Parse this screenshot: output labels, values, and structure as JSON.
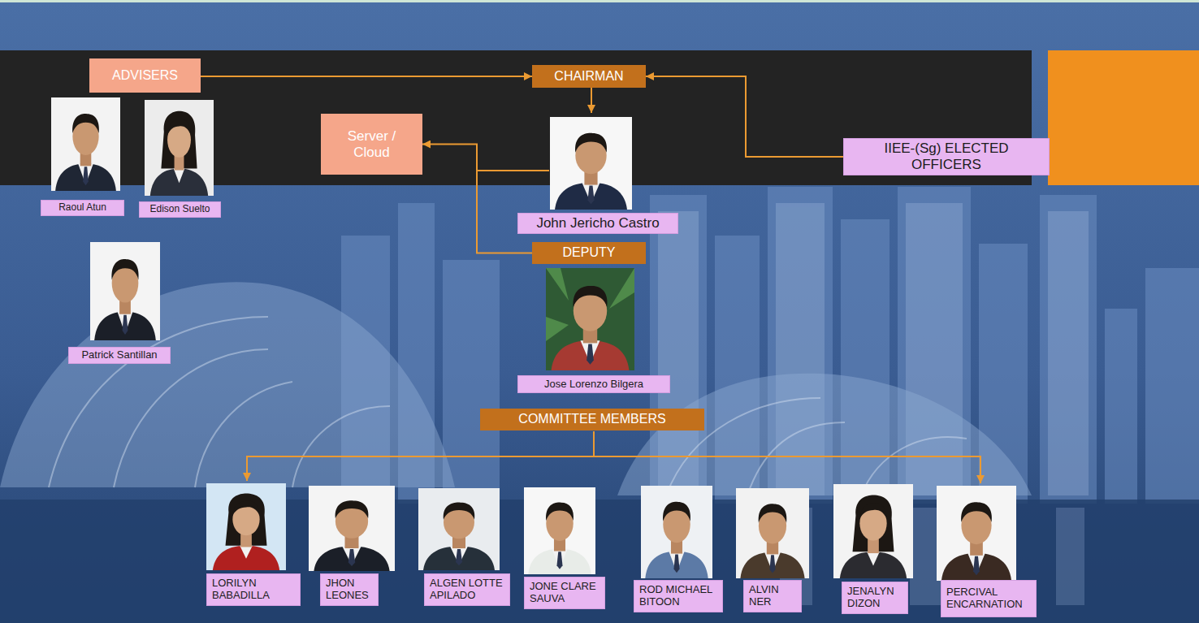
{
  "diagram": {
    "nodes": [
      {
        "text": [
          "ADVISERS"
        ]
      },
      {
        "text": [
          "CHAIRMAN"
        ]
      },
      {
        "text": [
          "Server / Cloud"
        ]
      },
      {
        "text": [
          "IIEE-(Sg) ELECTED OFFICERS"
        ]
      },
      {
        "text": [
          "Raoul Atun"
        ]
      },
      {
        "text": [
          "Edison Suelto"
        ]
      },
      {
        "text": [
          "John Jericho Castro"
        ]
      },
      {
        "text": [
          "DEPUTY"
        ]
      },
      {
        "text": [
          "Patrick Santillan"
        ]
      },
      {
        "text": [
          "Jose Lorenzo Bilgera"
        ]
      },
      {
        "text": [
          "COMMITTEE MEMBERS"
        ]
      },
      {
        "text": [
          "LORILYN BABADILLA"
        ]
      },
      {
        "text": [
          "JHON LEONES"
        ]
      },
      {
        "text": [
          "ALGEN LOTTE APILADO"
        ]
      },
      {
        "text": [
          "JONE CLARE SAUVA"
        ]
      },
      {
        "text": [
          "ROD MICHAEL BITOON"
        ]
      },
      {
        "text": [
          "ALVIN NER"
        ]
      },
      {
        "text": [
          "JENALYN DIZON"
        ]
      },
      {
        "text": [
          "PERCIVAL ENCARNATION"
        ]
      }
    ],
    "edges": [
      {
        "from": 0,
        "to": 1,
        "arrow": "to"
      },
      {
        "from": 3,
        "to": 1,
        "arrow": "to"
      },
      {
        "from": 7,
        "to": 2,
        "arrow": "to"
      }
    ]
  }
}
